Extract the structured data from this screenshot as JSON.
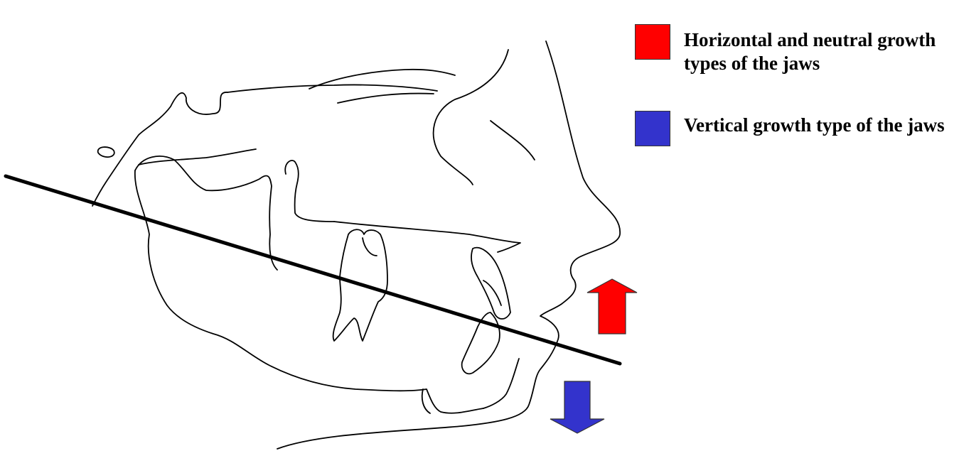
{
  "legend": {
    "items": [
      {
        "label": "Horizontal and neutral growth types of the  jaws",
        "color": "#ff0000",
        "icon": "red-square-icon"
      },
      {
        "label": "Vertical growth type of the jaws",
        "color": "#3333cc",
        "icon": "blue-square-icon"
      }
    ]
  },
  "arrows": {
    "up": {
      "color": "#ff0000",
      "direction": "up",
      "icon": "up-arrow-icon"
    },
    "down": {
      "color": "#3333cc",
      "direction": "down",
      "icon": "down-arrow-icon"
    }
  },
  "diagram": {
    "subject": "cephalometric tracing of skull profile",
    "line_color": "#000000"
  }
}
